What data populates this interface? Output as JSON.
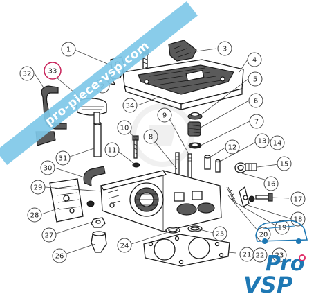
{
  "watermark": {
    "banner_text": "pro-piece-vsp.com",
    "banner_color": "#7fc8e8"
  },
  "logo": {
    "line1": "Pro",
    "line2": "VSP",
    "color": "#1e78b4",
    "dot_color": "#e0306a"
  },
  "highlight": {
    "label": "33",
    "color": "#c8235a"
  },
  "callouts": [
    "1",
    "2",
    "3",
    "4",
    "5",
    "6",
    "7",
    "8",
    "9",
    "10",
    "11",
    "12",
    "13",
    "14",
    "15",
    "16",
    "17",
    "18",
    "19",
    "20",
    "21",
    "22",
    "23",
    "24",
    "25",
    "26",
    "27",
    "28",
    "29",
    "30",
    "31",
    "32",
    "34"
  ]
}
